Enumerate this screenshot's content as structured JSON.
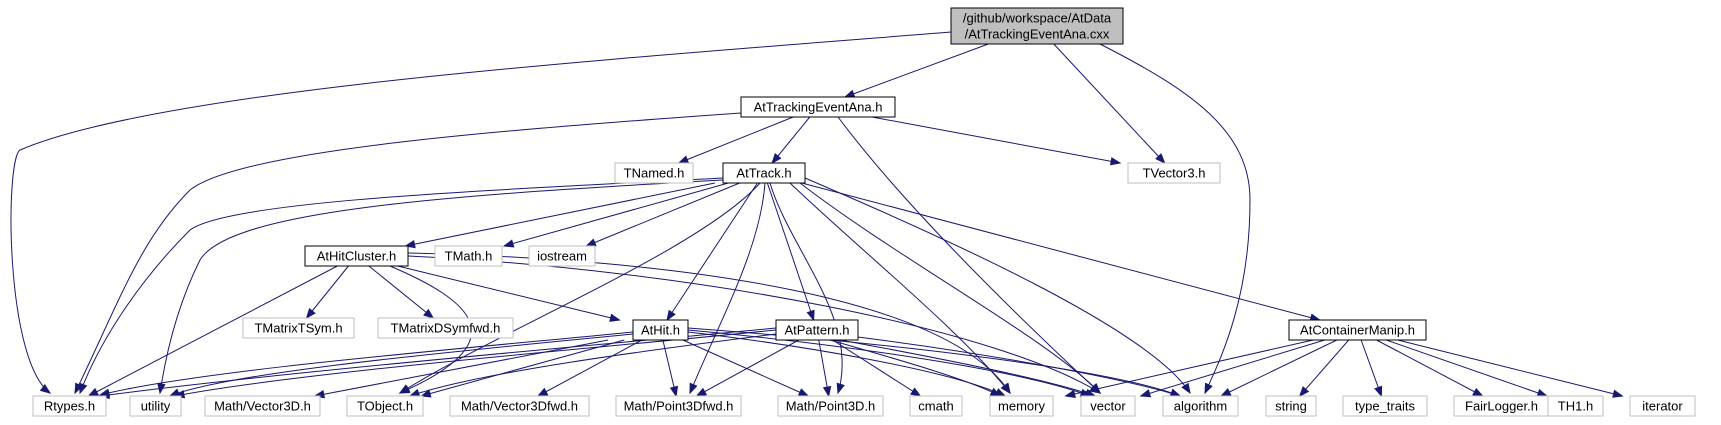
{
  "colors": {
    "edge": "#191970",
    "root_fill": "#bfbfbf",
    "root_border": "#000000",
    "local_fill": "#ffffff",
    "local_border": "#000000",
    "system_fill": "#ffffff",
    "system_border": "#bfbfbf",
    "text": "#000000",
    "system_text": "#000000"
  },
  "nodes": [
    {
      "id": "root",
      "lines": [
        "/github/workspace/AtData",
        "/AtTrackingEventAna.cxx"
      ],
      "kind": "root"
    },
    {
      "id": "ana_h",
      "lines": [
        "AtTrackingEventAna.h"
      ],
      "kind": "local"
    },
    {
      "id": "tnamed",
      "lines": [
        "TNamed.h"
      ],
      "kind": "system"
    },
    {
      "id": "attrack",
      "lines": [
        "AtTrack.h"
      ],
      "kind": "local"
    },
    {
      "id": "tvector3",
      "lines": [
        "TVector3.h"
      ],
      "kind": "system"
    },
    {
      "id": "athitcluster",
      "lines": [
        "AtHitCluster.h"
      ],
      "kind": "local"
    },
    {
      "id": "tmath",
      "lines": [
        "TMath.h"
      ],
      "kind": "system"
    },
    {
      "id": "iostream",
      "lines": [
        "iostream"
      ],
      "kind": "system"
    },
    {
      "id": "tmatrixtsym",
      "lines": [
        "TMatrixTSym.h"
      ],
      "kind": "system"
    },
    {
      "id": "tmatrixdsymfwd",
      "lines": [
        "TMatrixDSymfwd.h"
      ],
      "kind": "system"
    },
    {
      "id": "athit",
      "lines": [
        "AtHit.h"
      ],
      "kind": "local"
    },
    {
      "id": "atpattern",
      "lines": [
        "AtPattern.h"
      ],
      "kind": "local"
    },
    {
      "id": "atcontainermanip",
      "lines": [
        "AtContainerManip.h"
      ],
      "kind": "local"
    },
    {
      "id": "rtypes",
      "lines": [
        "Rtypes.h"
      ],
      "kind": "system"
    },
    {
      "id": "utility",
      "lines": [
        "utility"
      ],
      "kind": "system"
    },
    {
      "id": "mathvector3d",
      "lines": [
        "Math/Vector3D.h"
      ],
      "kind": "system"
    },
    {
      "id": "tobject",
      "lines": [
        "TObject.h"
      ],
      "kind": "system"
    },
    {
      "id": "mathvector3dfwd",
      "lines": [
        "Math/Vector3Dfwd.h"
      ],
      "kind": "system"
    },
    {
      "id": "mathpoint3dfwd",
      "lines": [
        "Math/Point3Dfwd.h"
      ],
      "kind": "system"
    },
    {
      "id": "mathpoint3d",
      "lines": [
        "Math/Point3D.h"
      ],
      "kind": "system"
    },
    {
      "id": "cmath",
      "lines": [
        "cmath"
      ],
      "kind": "system"
    },
    {
      "id": "memory",
      "lines": [
        "memory"
      ],
      "kind": "system"
    },
    {
      "id": "vector",
      "lines": [
        "vector"
      ],
      "kind": "system"
    },
    {
      "id": "algorithm",
      "lines": [
        "algorithm"
      ],
      "kind": "system"
    },
    {
      "id": "string",
      "lines": [
        "string"
      ],
      "kind": "system"
    },
    {
      "id": "type_traits",
      "lines": [
        "type_traits"
      ],
      "kind": "system"
    },
    {
      "id": "fairlogger",
      "lines": [
        "FairLogger.h"
      ],
      "kind": "system"
    },
    {
      "id": "th1",
      "lines": [
        "TH1.h"
      ],
      "kind": "system"
    },
    {
      "id": "iterator",
      "lines": [
        "iterator"
      ],
      "kind": "system"
    }
  ],
  "edges": [
    {
      "from": "root",
      "to": "ana_h"
    },
    {
      "from": "root",
      "to": "rtypes"
    },
    {
      "from": "root",
      "to": "tvector3"
    },
    {
      "from": "root",
      "to": "algorithm"
    },
    {
      "from": "ana_h",
      "to": "tnamed"
    },
    {
      "from": "ana_h",
      "to": "attrack"
    },
    {
      "from": "ana_h",
      "to": "tvector3"
    },
    {
      "from": "ana_h",
      "to": "rtypes"
    },
    {
      "from": "ana_h",
      "to": "vector"
    },
    {
      "from": "attrack",
      "to": "athitcluster"
    },
    {
      "from": "attrack",
      "to": "tmath"
    },
    {
      "from": "attrack",
      "to": "iostream"
    },
    {
      "from": "attrack",
      "to": "athit"
    },
    {
      "from": "attrack",
      "to": "atpattern"
    },
    {
      "from": "attrack",
      "to": "atcontainermanip"
    },
    {
      "from": "attrack",
      "to": "rtypes"
    },
    {
      "from": "attrack",
      "to": "utility"
    },
    {
      "from": "attrack",
      "to": "tobject"
    },
    {
      "from": "attrack",
      "to": "mathpoint3dfwd"
    },
    {
      "from": "attrack",
      "to": "mathpoint3d"
    },
    {
      "from": "attrack",
      "to": "memory"
    },
    {
      "from": "attrack",
      "to": "vector"
    },
    {
      "from": "attrack",
      "to": "algorithm"
    },
    {
      "from": "athitcluster",
      "to": "tmatrixtsym"
    },
    {
      "from": "athitcluster",
      "to": "tmatrixdsymfwd"
    },
    {
      "from": "athitcluster",
      "to": "athit"
    },
    {
      "from": "athitcluster",
      "to": "rtypes"
    },
    {
      "from": "athitcluster",
      "to": "tobject"
    },
    {
      "from": "athitcluster",
      "to": "memory"
    },
    {
      "from": "athitcluster",
      "to": "vector"
    },
    {
      "from": "athit",
      "to": "rtypes"
    },
    {
      "from": "athit",
      "to": "utility"
    },
    {
      "from": "athit",
      "to": "mathvector3d"
    },
    {
      "from": "athit",
      "to": "tobject"
    },
    {
      "from": "athit",
      "to": "mathvector3dfwd"
    },
    {
      "from": "athit",
      "to": "mathpoint3dfwd"
    },
    {
      "from": "athit",
      "to": "mathpoint3d"
    },
    {
      "from": "athit",
      "to": "memory"
    },
    {
      "from": "athit",
      "to": "vector"
    },
    {
      "from": "athit",
      "to": "algorithm"
    },
    {
      "from": "atpattern",
      "to": "rtypes"
    },
    {
      "from": "atpattern",
      "to": "utility"
    },
    {
      "from": "atpattern",
      "to": "tobject"
    },
    {
      "from": "atpattern",
      "to": "mathpoint3dfwd"
    },
    {
      "from": "atpattern",
      "to": "mathpoint3d"
    },
    {
      "from": "atpattern",
      "to": "cmath"
    },
    {
      "from": "atpattern",
      "to": "memory"
    },
    {
      "from": "atpattern",
      "to": "vector"
    },
    {
      "from": "atpattern",
      "to": "algorithm"
    },
    {
      "from": "atcontainermanip",
      "to": "memory"
    },
    {
      "from": "atcontainermanip",
      "to": "vector"
    },
    {
      "from": "atcontainermanip",
      "to": "algorithm"
    },
    {
      "from": "atcontainermanip",
      "to": "string"
    },
    {
      "from": "atcontainermanip",
      "to": "type_traits"
    },
    {
      "from": "atcontainermanip",
      "to": "fairlogger"
    },
    {
      "from": "atcontainermanip",
      "to": "th1"
    },
    {
      "from": "atcontainermanip",
      "to": "iterator"
    }
  ]
}
